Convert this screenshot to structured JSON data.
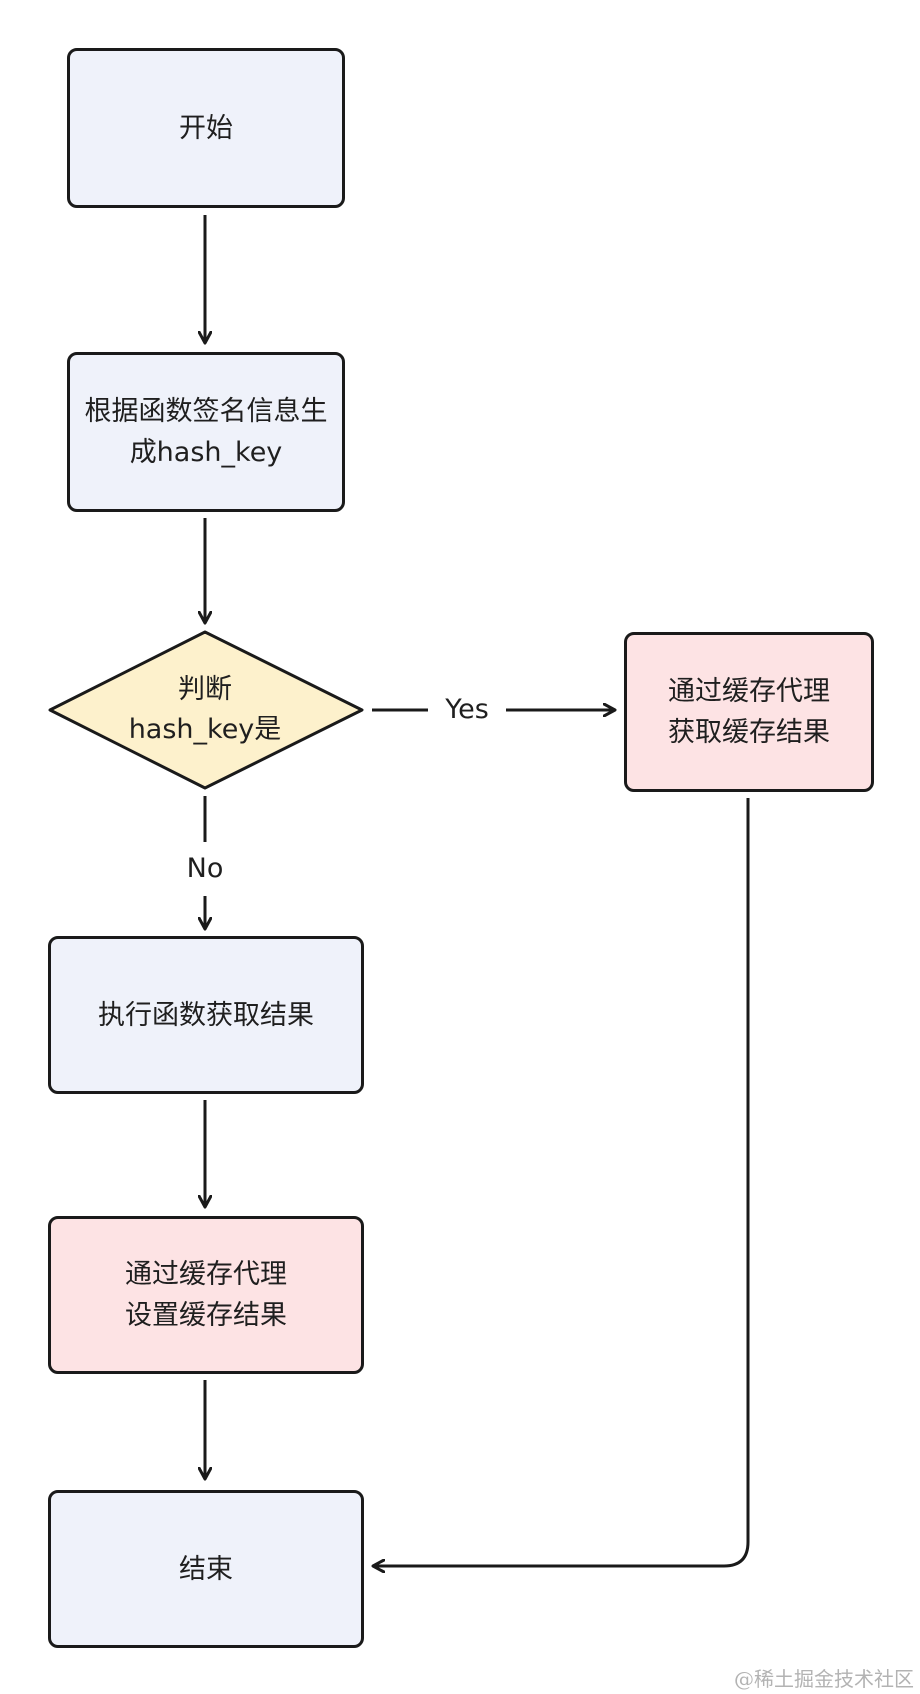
{
  "nodes": {
    "start": "开始",
    "gen_key": "根据函数签名信息生\n成hash_key",
    "decision": "判断\nhash_key是",
    "cache_get": "通过缓存代理\n获取缓存结果",
    "exec": "执行函数获取结果",
    "cache_set": "通过缓存代理\n设置缓存结果",
    "end": "结束"
  },
  "edges": {
    "yes_label": "Yes",
    "no_label": "No"
  },
  "colors": {
    "process_fill": "#eff2fa",
    "cache_fill": "#fde3e4",
    "decision_fill": "#fdf1cc",
    "stroke": "#1a1a1a"
  },
  "watermark": "@稀土掘金技术社区"
}
